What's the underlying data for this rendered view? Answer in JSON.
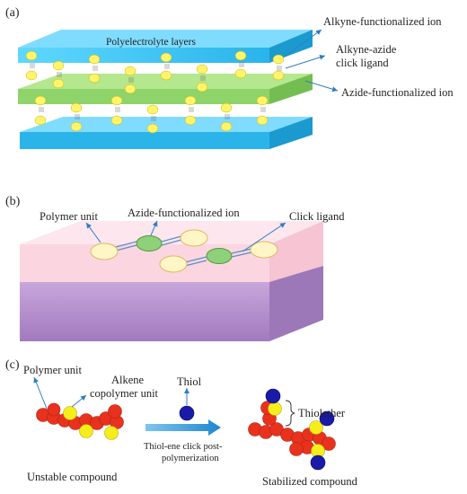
{
  "panels": {
    "a": {
      "tag": "(a)",
      "layer_label": "Polyelectrolyte layers",
      "label_alkyne_ion": "Alkyne-functionalized ion",
      "label_click_ligand_line1": "Alkyne-azide",
      "label_click_ligand_line2": "click ligand",
      "label_azide_ion": "Azide-functionalized ion"
    },
    "b": {
      "tag": "(b)",
      "label_polymer_unit": "Polymer unit",
      "label_azide_ion": "Azide-functionalized ion",
      "label_click_ligand": "Click ligand"
    },
    "c": {
      "tag": "(c)",
      "label_polymer_unit": "Polymer unit",
      "label_alkene_line1": "Alkene",
      "label_alkene_line2": "copolymer unit",
      "label_thiol": "Thiol",
      "label_reaction_line1": "Thiol-ene click post-",
      "label_reaction_line2": "polymerization",
      "label_thiolether": "Thiolether",
      "label_unstable": "Unstable compound",
      "label_stabilized": "Stabilized compound"
    }
  },
  "colors": {
    "layer_blue": "#3cc6f0",
    "layer_blue_dark": "#1aa0d6",
    "layer_green": "#8fd46a",
    "ion_yellow": "#fff46a",
    "ion_green": "#8fd07a",
    "polymer_cream": "#fff6c8",
    "pink_top": "#fbd6e0",
    "purple_base": "#b48ccc",
    "arrow_blue": "#2f7fc0",
    "chain_red": "#e8321e",
    "sulfur_yellow": "#f6ee1c",
    "thiol_blue": "#1a1aa8"
  }
}
